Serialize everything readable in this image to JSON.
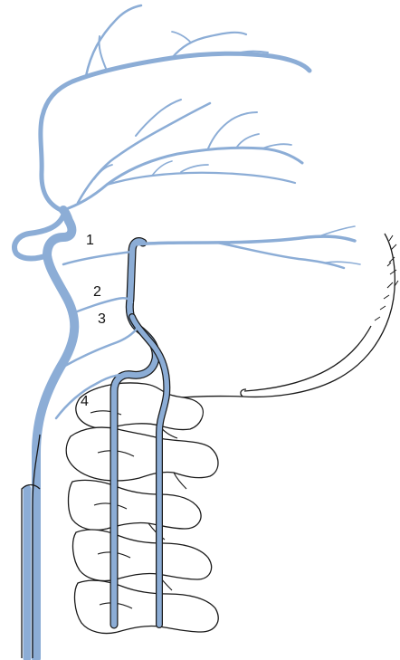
{
  "labels": [
    "1",
    "2",
    "3",
    "4"
  ],
  "colors": {
    "artery": "#8cadd6",
    "outline": "#1a1a1a",
    "bone_fill": "#ffffff",
    "background": "#ffffff"
  }
}
